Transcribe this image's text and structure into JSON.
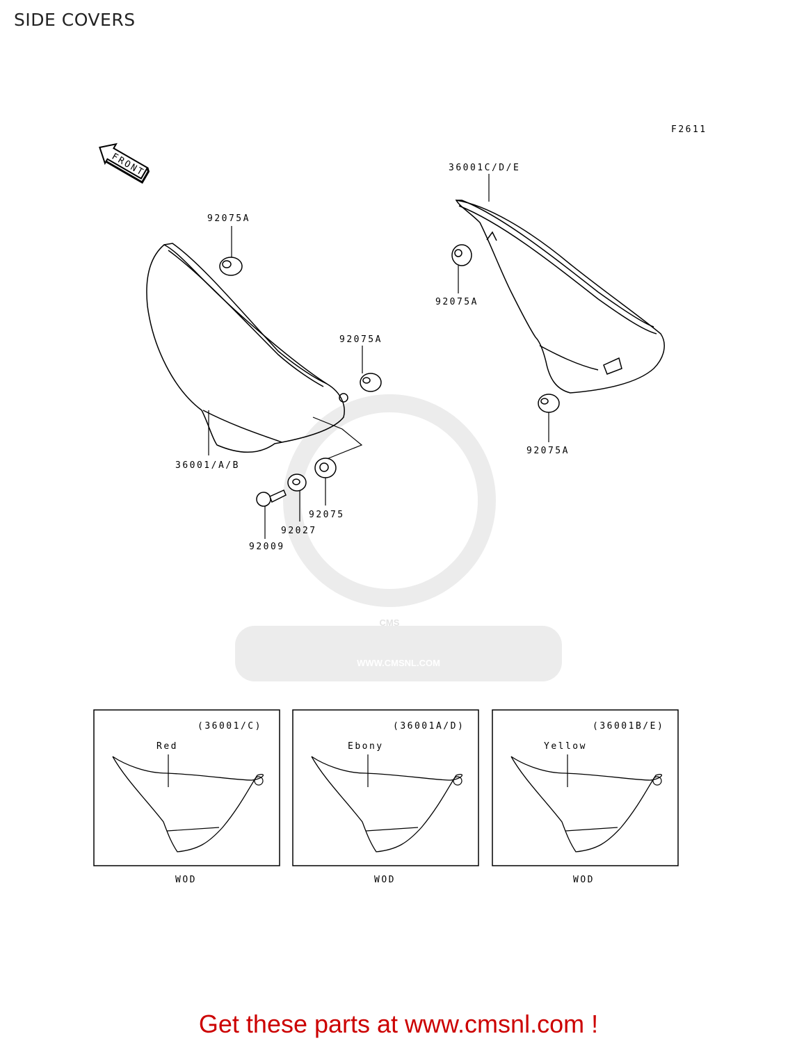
{
  "page_title": "SIDE COVERS",
  "figure_code": "F2611",
  "front_label": "FRONT",
  "watermark": {
    "logo": "CMS",
    "url": "WWW.CMSNL.COM"
  },
  "callouts": {
    "left_cover": "36001/A/B",
    "right_cover": "36001C/D/E",
    "grommet_left_top": "92075A",
    "grommet_left_mid": "92075A",
    "grommet_right_top": "92075A",
    "grommet_right_bottom": "92075A",
    "grommet_plain": "92075",
    "collar": "92027",
    "bolt": "92009"
  },
  "variants": [
    {
      "code": "(36001/C)",
      "color": "Red",
      "note": "WOD"
    },
    {
      "code": "(36001A/D)",
      "color": "Ebony",
      "note": "WOD"
    },
    {
      "code": "(36001B/E)",
      "color": "Yellow",
      "note": "WOD"
    }
  ],
  "footer": {
    "prefix": "Get these parts at ",
    "link": "www.cmsnl.com",
    "suffix": " !"
  }
}
